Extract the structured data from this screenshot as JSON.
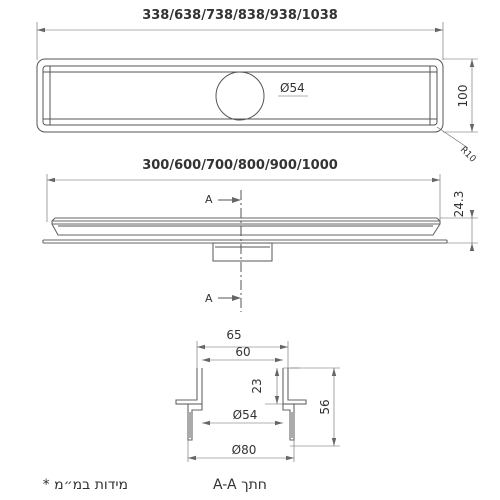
{
  "top_view": {
    "overall_length": "338/638/738/838/938/1038",
    "width": "100",
    "outlet_diameter": "Ø54",
    "corner_radius": "R10"
  },
  "side_view": {
    "channel_length": "300/600/700/800/900/1000",
    "height": "24.3",
    "section_marker_top": "A",
    "section_marker_bottom": "A"
  },
  "section_view": {
    "dim_65": "65",
    "dim_60": "60",
    "dim_23": "23",
    "dim_56": "56",
    "outlet_inner": "Ø54",
    "outlet_outer": "Ø80",
    "title": "A-A חתך"
  },
  "footnote": "* מידות במ״מ"
}
